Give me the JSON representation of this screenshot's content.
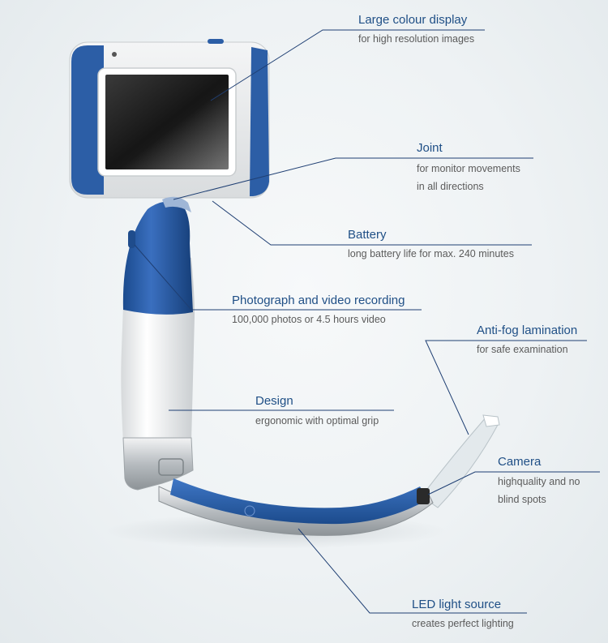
{
  "colors": {
    "accent_blue": "#1f4f86",
    "device_blue": "#2a5aa0",
    "leader_line": "#1f3f73",
    "text_grey": "#5b5b5b"
  },
  "callouts": {
    "display": {
      "title": "Large colour display",
      "desc": [
        "for high resolution images"
      ]
    },
    "joint": {
      "title": "Joint",
      "desc": [
        "for monitor movements",
        "in all directions"
      ]
    },
    "battery": {
      "title": "Battery",
      "desc": [
        "long battery life for max. 240 minutes"
      ]
    },
    "recording": {
      "title": "Photograph and video recording",
      "desc": [
        "100,000 photos or 4.5 hours video"
      ]
    },
    "antifog": {
      "title": "Anti-fog lamination",
      "desc": [
        "for safe examination"
      ]
    },
    "design": {
      "title": "Design",
      "desc": [
        "ergonomic with optimal grip"
      ]
    },
    "camera": {
      "title": "Camera",
      "desc": [
        "highquality and no",
        "blind spots"
      ]
    },
    "led": {
      "title": "LED light source",
      "desc": [
        "creates perfect lighting"
      ]
    }
  }
}
